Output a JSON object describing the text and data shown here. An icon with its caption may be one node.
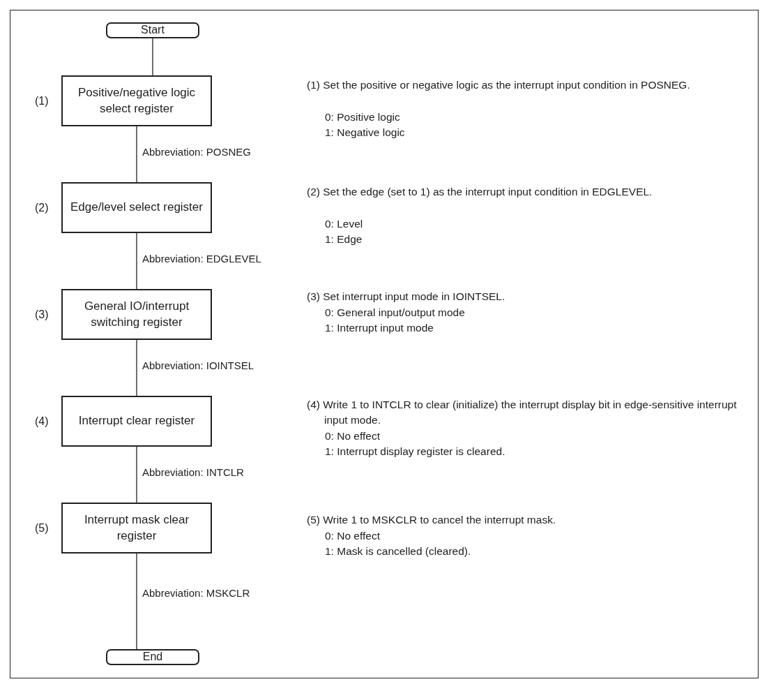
{
  "diagram": {
    "nodes": [
      {
        "text": [
          "Start"
        ]
      },
      {
        "text": [
          "Positive/negative logic select register"
        ],
        "beside": [
          "(1)"
        ]
      },
      {
        "text": [
          "Edge/level select register"
        ],
        "beside": [
          "(2)"
        ]
      },
      {
        "text": [
          "General IO/interrupt switching register"
        ],
        "beside": [
          "(3)"
        ]
      },
      {
        "text": [
          "Interrupt clear register"
        ],
        "beside": [
          "(4)"
        ]
      },
      {
        "text": [
          "Interrupt mask clear register"
        ],
        "beside": [
          "(5)"
        ]
      },
      {
        "text": [
          "End"
        ]
      }
    ],
    "edges": [
      {
        "from": 0,
        "to": 1,
        "arrow": "none"
      },
      {
        "from": 1,
        "to": 2,
        "arrow": "none",
        "label": "Abbreviation: POSNEG"
      },
      {
        "from": 2,
        "to": 3,
        "arrow": "none",
        "label": "Abbreviation: EDGLEVEL"
      },
      {
        "from": 3,
        "to": 4,
        "arrow": "none",
        "label": "Abbreviation: IOINTSEL"
      },
      {
        "from": 4,
        "to": 5,
        "arrow": "none",
        "label": "Abbreviation: INTCLR"
      },
      {
        "from": 5,
        "to": 6,
        "arrow": "none",
        "label": "Abbreviation: MSKCLR"
      }
    ],
    "labels": [
      "(1) Set the positive or negative logic as the interrupt input condition in POSNEG.",
      "0: Positive logic",
      "1: Negative logic",
      "(2) Set the edge (set to 1) as the interrupt input condition in EDGLEVEL.",
      "0: Level",
      "1: Edge",
      "(3) Set interrupt input mode in IOINTSEL.",
      "0: General input/output mode",
      "1: Interrupt input mode",
      "(4) Write 1 to INTCLR to clear (initialize) the interrupt display bit in edge-sensitive interrupt input mode.",
      "0: No effect",
      "1: Interrupt display register is cleared.",
      "(5) Write 1 to MSKCLR to cancel the interrupt mask.",
      "0: No effect",
      "1: Mask is cancelled (cleared)."
    ]
  }
}
